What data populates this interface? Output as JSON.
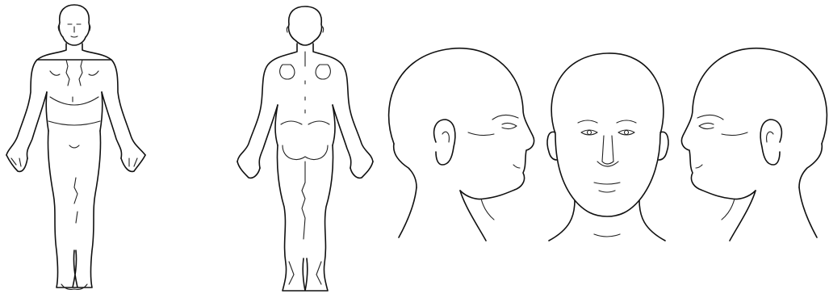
{
  "diagram": {
    "views": [
      {
        "name": "body-front-view"
      },
      {
        "name": "body-back-view"
      },
      {
        "name": "head-left-profile"
      },
      {
        "name": "head-front-view"
      },
      {
        "name": "head-right-profile"
      }
    ],
    "line_color": "#111111",
    "background_color": "#ffffff"
  }
}
